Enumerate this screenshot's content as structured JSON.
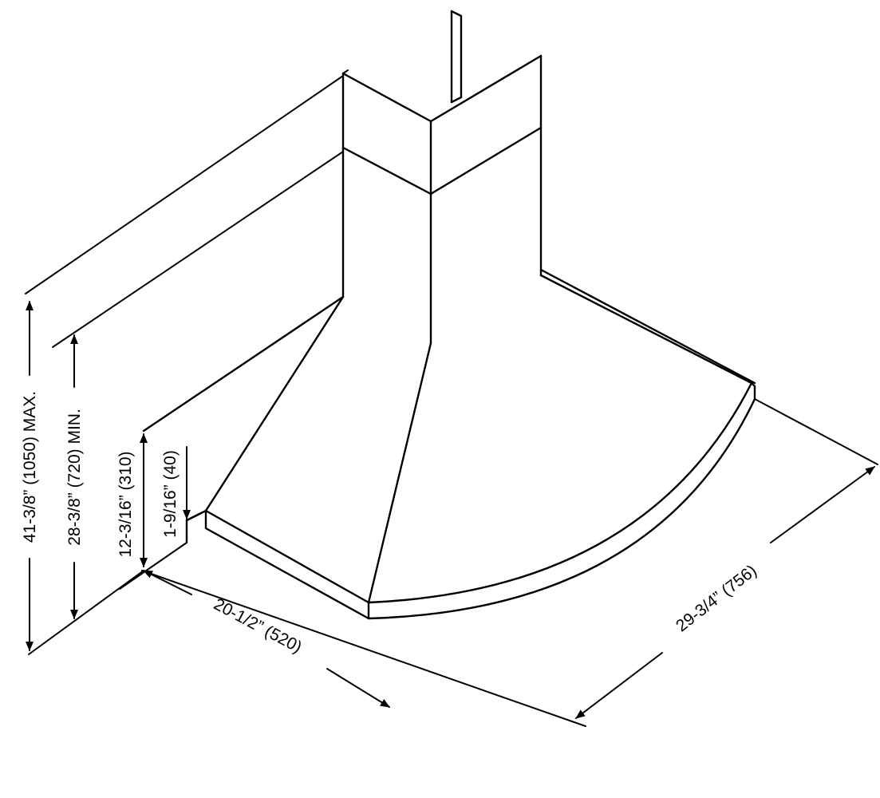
{
  "dimensions": {
    "total_height_max": "41-3/8” (1050) MAX.",
    "total_height_min": "28-3/8” (720) MIN.",
    "hood_height": "12-3/16” (310)",
    "edge_thickness": "1-9/16” (40)",
    "side_depth": "20-1/2” (520)",
    "front_width": "29-3/4” (756)"
  }
}
